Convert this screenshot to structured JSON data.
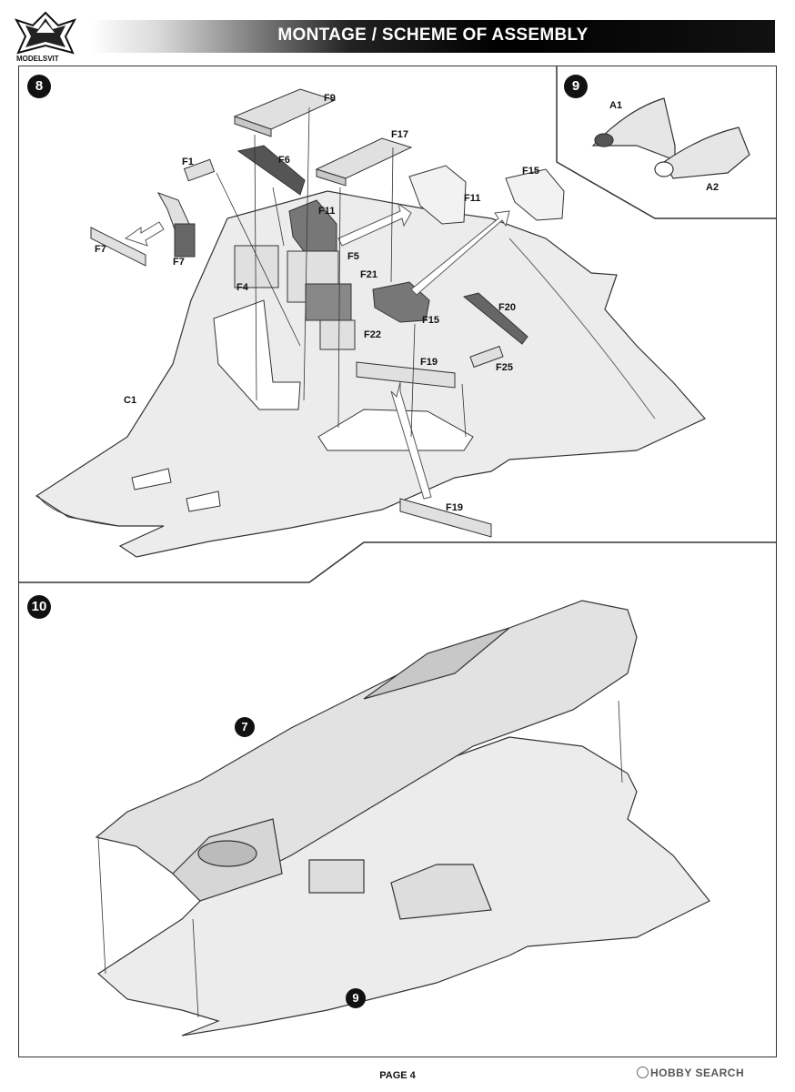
{
  "header": {
    "title": "MONTAGE / SCHEME OF ASSEMBLY",
    "brand": "MODELSVIT"
  },
  "steps": [
    {
      "number": "8"
    },
    {
      "number": "9"
    },
    {
      "number": "10"
    }
  ],
  "step8_parts": [
    "F9",
    "F17",
    "F1",
    "F6",
    "F11",
    "F11",
    "F15",
    "F7",
    "F7",
    "F4",
    "F5",
    "F21",
    "F22",
    "F15",
    "F20",
    "F19",
    "F25",
    "C1",
    "F19"
  ],
  "step9_parts": [
    "A1",
    "A2"
  ],
  "step10_refs": [
    "7",
    "9"
  ],
  "footer": {
    "page": "PAGE 4",
    "watermark": "HOBBY SEARCH"
  },
  "colors": {
    "header_bg": "#000000",
    "paper": "#ffffff",
    "line": "#333333",
    "part_fill": "#e6e6e6"
  }
}
